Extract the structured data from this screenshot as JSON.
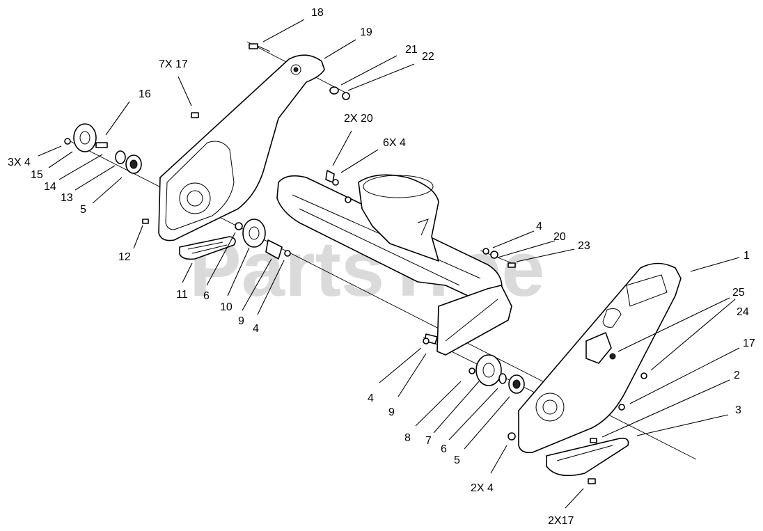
{
  "watermark": "PartsTree",
  "callouts": [
    {
      "id": "c-18",
      "text": "18"
    },
    {
      "id": "c-19",
      "text": "19"
    },
    {
      "id": "c-21",
      "text": "21"
    },
    {
      "id": "c-22",
      "text": "22"
    },
    {
      "id": "c-7x17",
      "text": "7X 17"
    },
    {
      "id": "c-16",
      "text": "16"
    },
    {
      "id": "c-2x20",
      "text": "2X 20"
    },
    {
      "id": "c-6x4",
      "text": "6X 4"
    },
    {
      "id": "c-3x4",
      "text": "3X 4"
    },
    {
      "id": "c-15",
      "text": "15"
    },
    {
      "id": "c-14",
      "text": "14"
    },
    {
      "id": "c-13",
      "text": "13"
    },
    {
      "id": "c-5a",
      "text": "5"
    },
    {
      "id": "c-12",
      "text": "12"
    },
    {
      "id": "c-11",
      "text": "11"
    },
    {
      "id": "c-6a",
      "text": "6"
    },
    {
      "id": "c-10",
      "text": "10"
    },
    {
      "id": "c-9a",
      "text": "9"
    },
    {
      "id": "c-4a",
      "text": "4"
    },
    {
      "id": "c-4b",
      "text": "4"
    },
    {
      "id": "c-20",
      "text": "20"
    },
    {
      "id": "c-23",
      "text": "23"
    },
    {
      "id": "c-1",
      "text": "1"
    },
    {
      "id": "c-25",
      "text": "25"
    },
    {
      "id": "c-24",
      "text": "24"
    },
    {
      "id": "c-17",
      "text": "17"
    },
    {
      "id": "c-2",
      "text": "2"
    },
    {
      "id": "c-3",
      "text": "3"
    },
    {
      "id": "c-4c",
      "text": "4"
    },
    {
      "id": "c-9b",
      "text": "9"
    },
    {
      "id": "c-8",
      "text": "8"
    },
    {
      "id": "c-7",
      "text": "7"
    },
    {
      "id": "c-6b",
      "text": "6"
    },
    {
      "id": "c-5b",
      "text": "5"
    },
    {
      "id": "c-2x4",
      "text": "2X 4"
    },
    {
      "id": "c-2x17",
      "text": "2X17"
    }
  ]
}
